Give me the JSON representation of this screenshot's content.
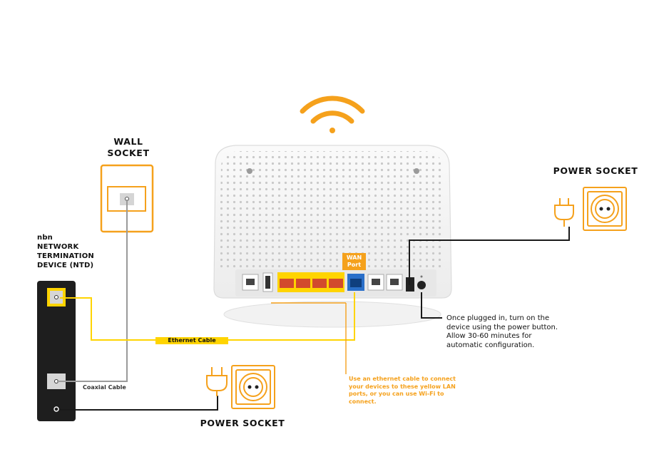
{
  "labels": {
    "wall_socket": [
      "WALL",
      "SOCKET"
    ],
    "ntd": [
      "nbn",
      "NETWORK",
      "TERMINATION",
      "DEVICE (NTD)"
    ],
    "power_socket_right": "POWER SOCKET",
    "power_socket_bottom": "POWER SOCKET",
    "ethernet_cable": "Ethernet Cable",
    "coaxial_cable": "Coaxial Cable",
    "wan_port": [
      "WAN",
      "Port"
    ]
  },
  "notes": {
    "power_button": [
      "Once plugged in, turn on the",
      "device using the power button.",
      "Allow 30-60 minutes for",
      "automatic configuration."
    ],
    "lan_ports": [
      "Use an ethernet cable to connect",
      "your devices to these yellow LAN",
      "ports, or you can use Wi-Fi to",
      "connect."
    ]
  },
  "colors": {
    "orange": "#f5a11c",
    "yellow": "#ffd400",
    "black": "#1a1a1a",
    "grey": "#9a9a9a",
    "wan_blue": "#2a6fc9"
  },
  "icons": [
    "wifi-icon",
    "wall-socket-icon",
    "plug-icon",
    "power-outlet-icon"
  ]
}
